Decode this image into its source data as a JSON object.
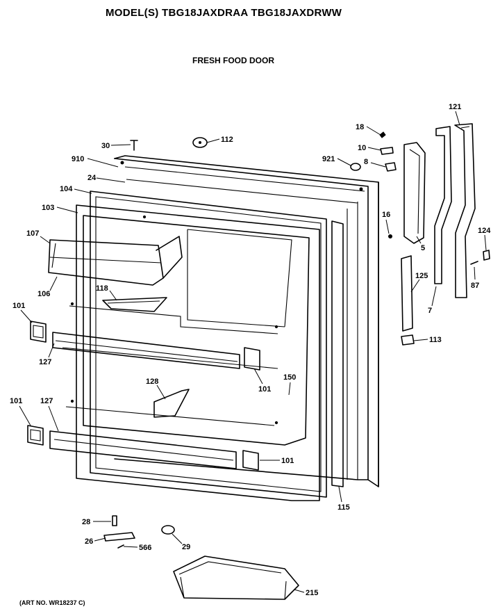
{
  "header": {
    "model_title": "MODEL(S) TBG18JAXDRAA  TBG18JAXDRWW",
    "section_title": "FRESH FOOD DOOR"
  },
  "footer": {
    "art_no": "(ART NO. WR18237 C)"
  },
  "callouts": {
    "c30": "30",
    "c112": "112",
    "c910": "910",
    "c24": "24",
    "c104": "104",
    "c103": "103",
    "c107": "107",
    "c106": "106",
    "c118": "118",
    "c101a": "101",
    "c127a": "127",
    "c101b": "101",
    "c128": "128",
    "c150": "150",
    "c101c": "101",
    "c127b": "127",
    "c101d": "101",
    "c115": "115",
    "c18": "18",
    "c10": "10",
    "c921": "921",
    "c8": "8",
    "c16": "16",
    "c5": "5",
    "c121": "121",
    "c124": "124",
    "c87": "87",
    "c125": "125",
    "c7": "7",
    "c113": "113",
    "c28": "28",
    "c26": "26",
    "c566": "566",
    "c29": "29",
    "c215": "215"
  }
}
